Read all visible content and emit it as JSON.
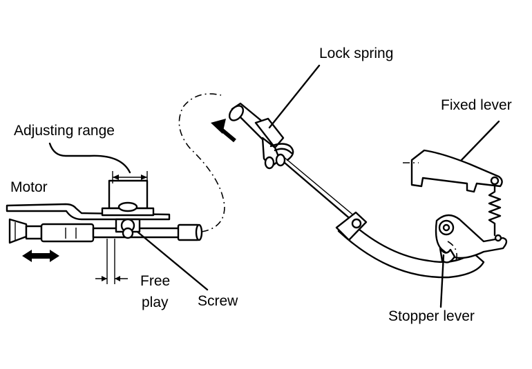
{
  "labels": {
    "lock_spring": "Lock spring",
    "fixed_lever": "Fixed lever",
    "adjusting_range": "Adjusting range",
    "motor": "Motor",
    "free": "Free",
    "play": "play",
    "screw": "Screw",
    "stopper_lever": "Stopper lever"
  }
}
